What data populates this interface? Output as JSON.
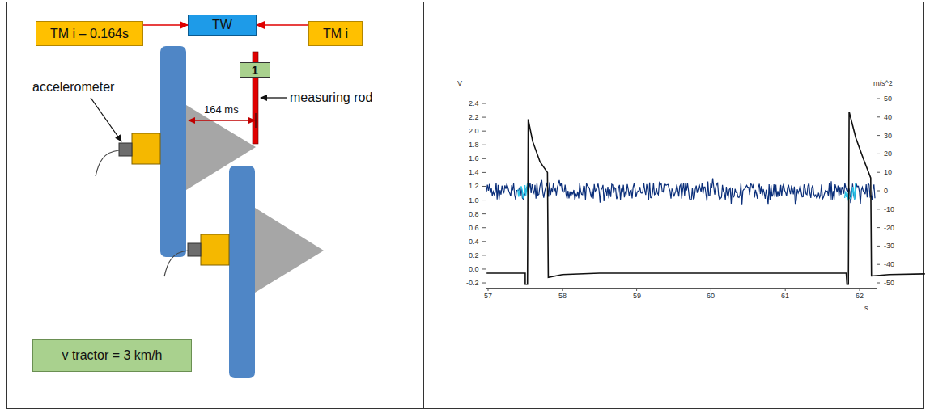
{
  "diagram": {
    "nodes": [
      {
        "text": [
          "TM i – 0.164s"
        ]
      },
      {
        "text": [
          "TW"
        ]
      },
      {
        "text": [
          "TM i"
        ]
      },
      {
        "text": [
          "1"
        ]
      },
      {
        "text": [
          "v tractor = 3 km/h"
        ]
      }
    ],
    "edges": [
      {
        "from": 0,
        "to": 1,
        "arrow": "to"
      },
      {
        "from": 2,
        "to": 1,
        "arrow": "to"
      }
    ],
    "labels": [
      "accelerometer",
      "measuring rod",
      "164 ms",
      "V",
      "m/s^2",
      "2.4",
      "2.2",
      "2.0",
      "1.8",
      "1.6",
      "1.4",
      "1.2",
      "1.0",
      "0.8",
      "0.6",
      "0.4",
      "0.2",
      "0.0",
      "-0.2",
      "50",
      "40",
      "30",
      "20",
      "10",
      "0",
      "-10",
      "-20",
      "-30",
      "-40",
      "-50",
      "57",
      "58",
      "59",
      "60",
      "61",
      "62",
      "s"
    ]
  }
}
